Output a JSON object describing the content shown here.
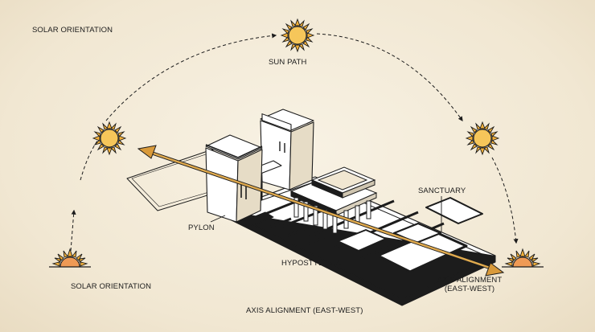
{
  "labels": {
    "title": "SOLAR ORIENTATION",
    "sun_path": "SUN PATH",
    "pylon": "PYLON",
    "sanctuary": "SANCTUARY",
    "hypostyle_hall": "HYPOSTYLE HALL",
    "solar_orientation_bottom": "SOLAR ORIENTATION",
    "axis_right_line1": "AXIS ALIGNMENT",
    "axis_right_line2": "(EAST-WEST)",
    "axis_bottom": "AXIS ALIGNMENT (EAST-WEST)"
  },
  "colors": {
    "background": "#f3ebd9",
    "ink": "#1c1c1c",
    "sun_fill": "#f2b03a",
    "sun_core": "#f6c65a",
    "setting_sun": "#ef9a55",
    "axis_arrow": "#e0aa4e",
    "floor_white": "#ffffff"
  },
  "icons": [
    "sun-icon",
    "rising-sun-icon",
    "setting-sun-icon",
    "arrow-icon"
  ]
}
